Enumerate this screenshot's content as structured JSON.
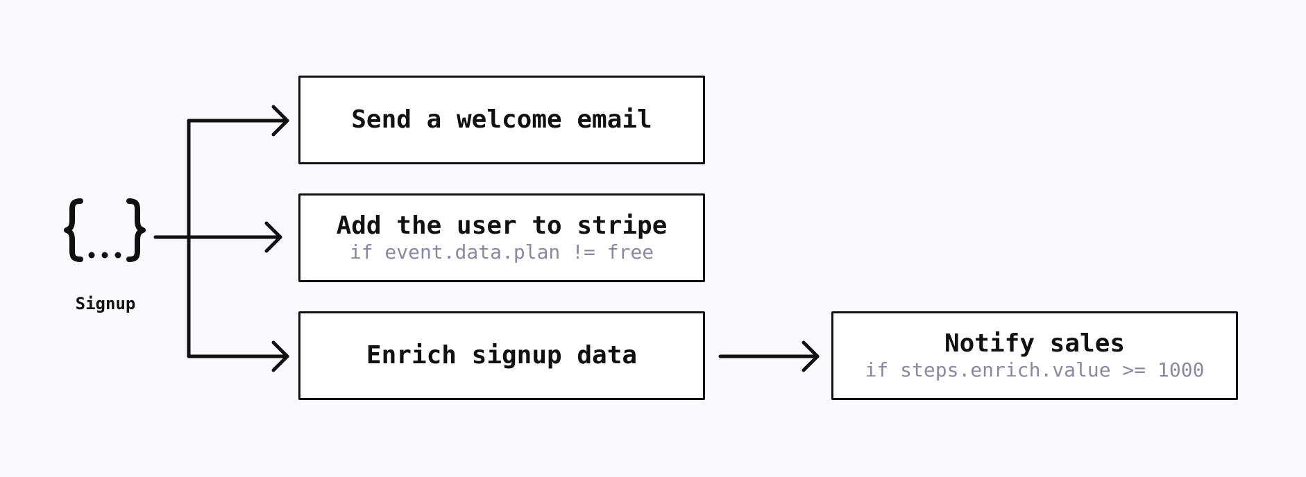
{
  "trigger": {
    "icon": "curly-braces-ellipsis-icon",
    "label": "Signup"
  },
  "steps": {
    "welcome": {
      "title": "Send a welcome email",
      "condition": ""
    },
    "stripe": {
      "title": "Add the user to stripe",
      "condition": "if event.data.plan != free"
    },
    "enrich": {
      "title": "Enrich signup data",
      "condition": ""
    },
    "notify": {
      "title": "Notify sales",
      "condition": "if steps.enrich.value >= 1000"
    }
  },
  "colors": {
    "background": "#f9f9fe",
    "stroke": "#111111",
    "condition_text": "#8a8a9e"
  }
}
